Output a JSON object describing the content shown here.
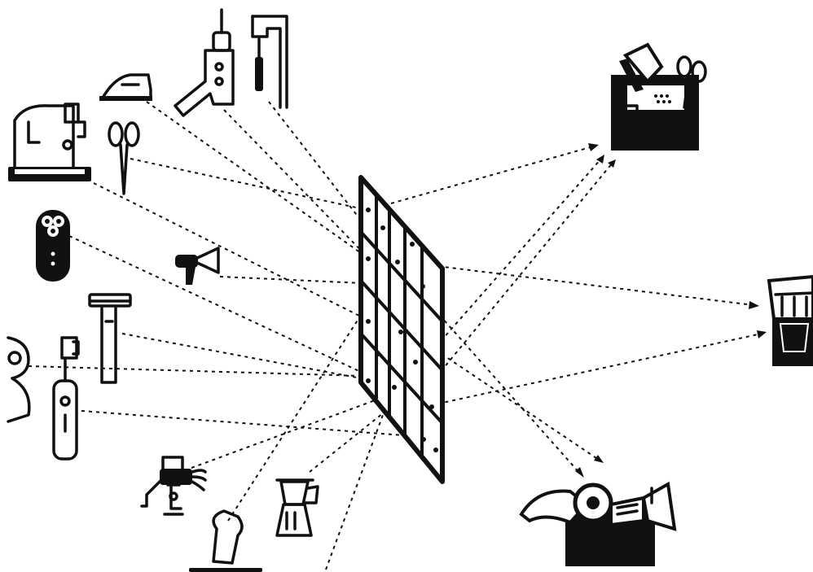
{
  "diagram": {
    "colors": {
      "ink": "#111111",
      "background": "#ffffff"
    },
    "center": {
      "name": "sorting-grid",
      "label": ""
    },
    "sources": [
      "sewing-machine",
      "iron",
      "scissors",
      "drill",
      "clamp",
      "electric-shaver",
      "air-horn",
      "razor",
      "tape-roll",
      "electric-toothbrush",
      "meat-grinder",
      "toast",
      "moka-pot-small"
    ],
    "destinations": [
      "tools-box",
      "kitchen-box",
      "mixed-box"
    ]
  }
}
